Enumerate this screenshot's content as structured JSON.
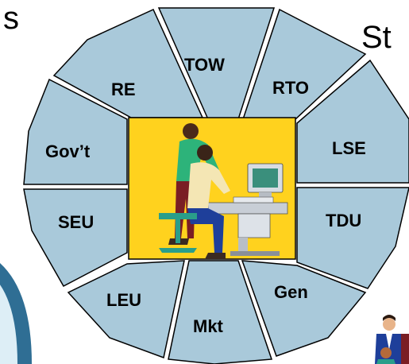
{
  "corner_text": {
    "left": "s",
    "right": "St"
  },
  "center_image": "people-at-computer-clipart",
  "corner_image": "business-people-clipart",
  "segments": [
    {
      "label": "TOW"
    },
    {
      "label": "RTO"
    },
    {
      "label": "LSE"
    },
    {
      "label": "TDU"
    },
    {
      "label": "Gen"
    },
    {
      "label": "Mkt"
    },
    {
      "label": "LEU"
    },
    {
      "label": "SEU"
    },
    {
      "label": "Gov’t"
    },
    {
      "label": "RE"
    }
  ],
  "colors": {
    "segment_fill": "#A9C9DA",
    "segment_stroke": "#000000",
    "center_bg": "#FFD21E",
    "left_shape": "#2F6E94"
  }
}
